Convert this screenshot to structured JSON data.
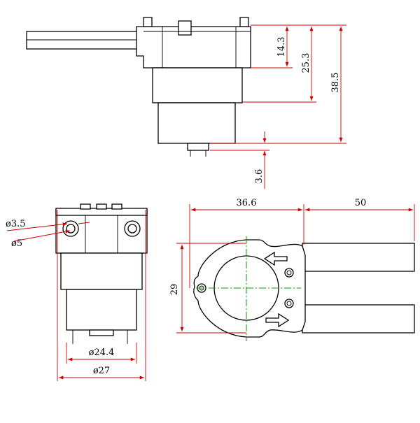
{
  "drawing": {
    "colors": {
      "line": "#000000",
      "dimension": "#cc0000",
      "centerline": "#00a000"
    },
    "dimensions": {
      "d_14_3": "14.3",
      "d_25_3": "25.3",
      "d_38_5": "38.5",
      "d_3_6": "3.6",
      "d_36_6": "36.6",
      "d_50": "50",
      "d_29": "29",
      "d_dia_3_5": "ø3.5",
      "d_dia_5": "ø5",
      "d_dia_24_4": "ø24.4",
      "d_dia_27": "ø27"
    }
  }
}
